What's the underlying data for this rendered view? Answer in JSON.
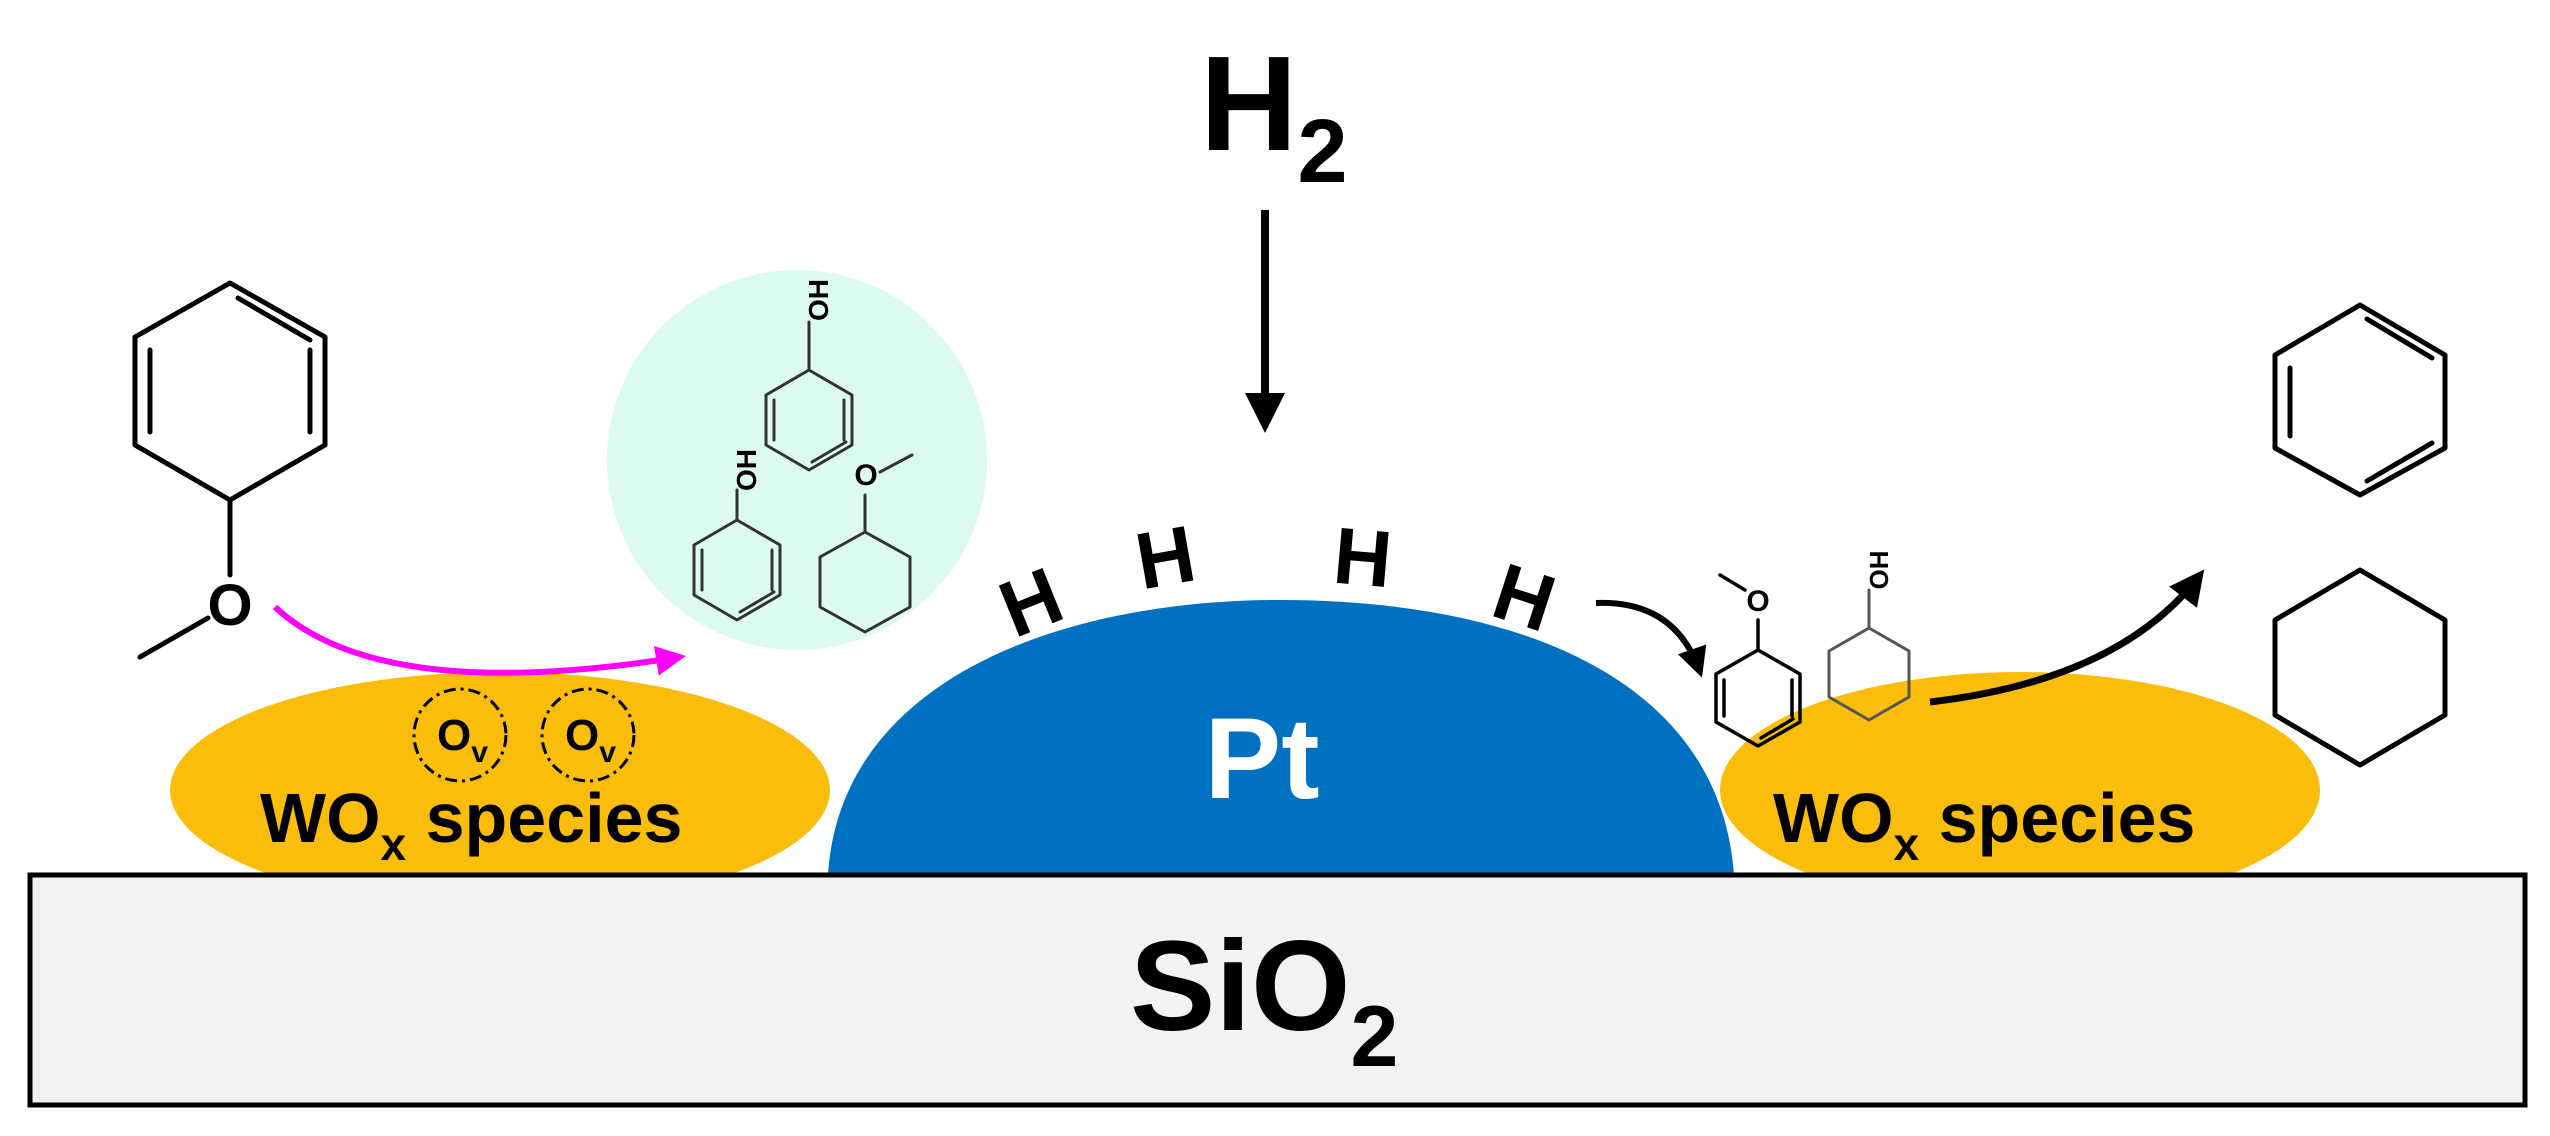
{
  "title": "",
  "labels": {
    "h2_main": "H",
    "h2_sub": "2",
    "pt": "Pt",
    "wox_left_main": "WO",
    "wox_left_sub": "x",
    "wox_left_tail": " species",
    "wox_right_main": "WO",
    "wox_right_sub": "x",
    "wox_right_tail": " species",
    "sio2_main": "SiO",
    "sio2_sub": "2",
    "ov1_main": "O",
    "ov1_sub": "v",
    "ov2_main": "O",
    "ov2_sub": "v",
    "h_atoms": [
      "H",
      "H",
      "H",
      "H"
    ],
    "anisole_o": "O",
    "phenol_top_oh": "OH",
    "phenol_left_oh": "OH",
    "methoxycyclohexane_o": "O",
    "product_anisole_o": "O",
    "product_cyclohexanol_oh": "OH"
  },
  "colors": {
    "wox_support": "#fbbd0c",
    "pt_particle": "#0070c0",
    "sio2_substrate": "#f2f2f2",
    "intermediate_bubble": "#dcfaf0",
    "migration_arrow": "#ff00ff",
    "ink": "#000000",
    "pt_label": "#ffffff"
  },
  "icons": {
    "h2_flow": "down-arrow-icon",
    "spillover": "curved-arrow-icon",
    "desorption": "curved-arrow-icon",
    "anisole_migration": "curved-arrow-icon",
    "oxygen_vacancy": "dashed-circle-icon"
  }
}
